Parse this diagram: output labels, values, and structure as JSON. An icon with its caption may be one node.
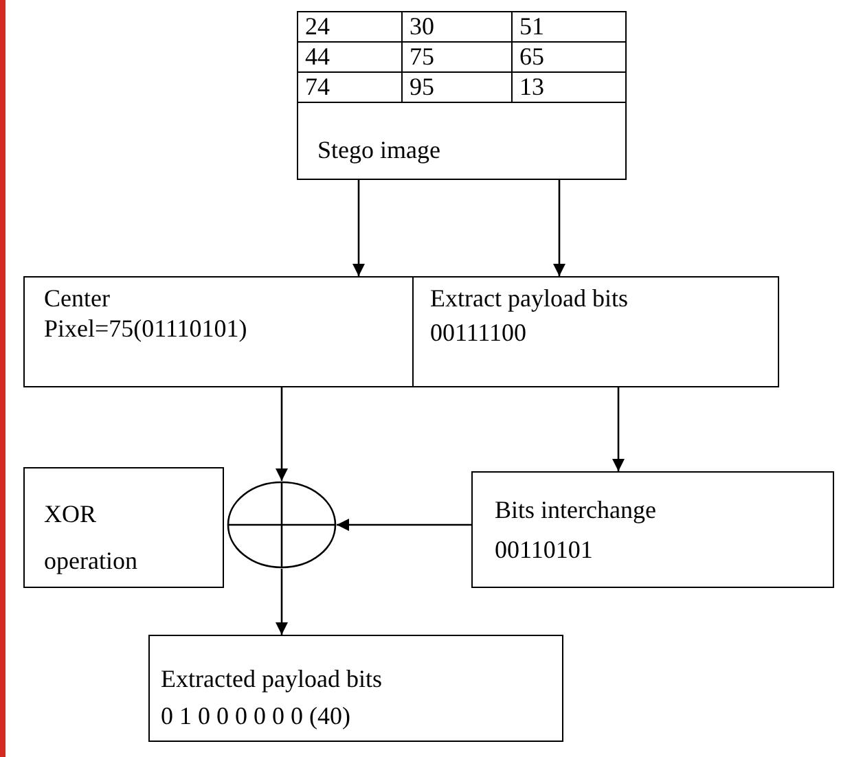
{
  "diagram": {
    "nodes": [
      {
        "text": [
          "Stego image"
        ]
      },
      {
        "text": [
          "Center Pixel=75(01110101)"
        ]
      },
      {
        "text": [
          "Extract payload bits",
          "00111100"
        ]
      },
      {
        "text": [
          "XOR operation"
        ]
      },
      {
        "text": [],
        "shape": "circle"
      },
      {
        "text": [
          "Bits interchange",
          "00110101"
        ]
      },
      {
        "text": [
          "Extracted payload bits",
          "0 1 0 0 0 0 0 0 (40)"
        ]
      }
    ],
    "edges": [
      {
        "from": 0,
        "to": 1,
        "arrow": "to"
      },
      {
        "from": 0,
        "to": 2,
        "arrow": "to"
      },
      {
        "from": 1,
        "to": 4,
        "arrow": "to"
      },
      {
        "from": 2,
        "to": 5,
        "arrow": "to"
      },
      {
        "from": 5,
        "to": 4,
        "arrow": "to"
      },
      {
        "from": 4,
        "to": 6,
        "arrow": "to"
      }
    ],
    "labels": [
      "24",
      "30",
      "51",
      "44",
      "75",
      "65",
      "74",
      "95",
      "13"
    ]
  }
}
